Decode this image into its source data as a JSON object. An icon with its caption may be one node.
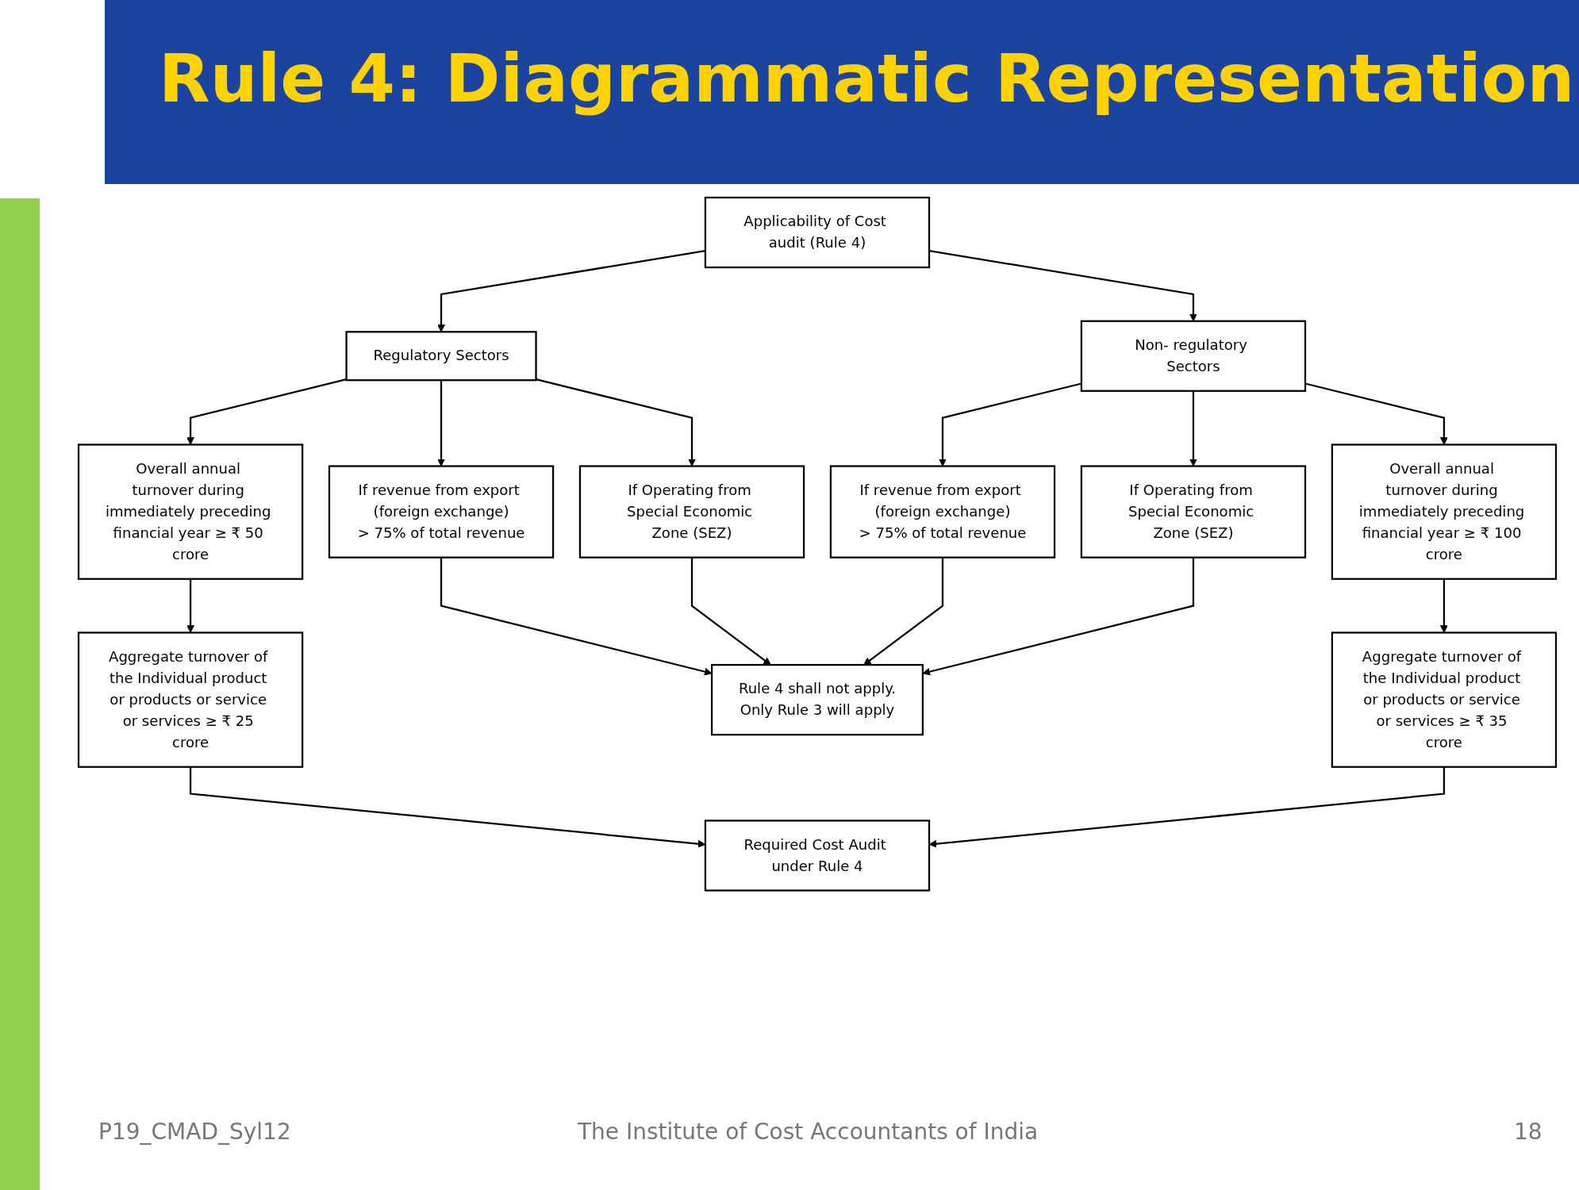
{
  "diagram": {
    "title": "Rule 4: Diagrammatic Representation",
    "nodes": [
      {
        "text": [
          "Applicability of Cost audit (Rule 4)"
        ]
      },
      {
        "text": [
          "Regulatory Sectors"
        ]
      },
      {
        "text": [
          "Non- regulatory Sectors"
        ]
      },
      {
        "text": [
          "Overall annual turnover during immediately preceding financial year ≥ ₹ 50 crore"
        ]
      },
      {
        "text": [
          "If revenue from export (foreign exchange)",
          "> 75% of total revenue"
        ]
      },
      {
        "text": [
          "If Operating from Special Economic Zone (SEZ)"
        ]
      },
      {
        "text": [
          "If revenue from export (foreign exchange)",
          "> 75% of total revenue"
        ]
      },
      {
        "text": [
          "If Operating from Special Economic Zone (SEZ)"
        ]
      },
      {
        "text": [
          "Overall annual turnover during immediately preceding financial year ≥ ₹ 100 crore"
        ]
      },
      {
        "text": [
          "Aggregate turnover of the Individual product or products or service or services ≥ ₹ 25 crore"
        ]
      },
      {
        "text": [
          "Rule 4 shall not apply.",
          "Only Rule 3 will apply"
        ]
      },
      {
        "text": [
          "Aggregate turnover of the Individual product or products or service or services ≥ ₹ 35 crore"
        ]
      },
      {
        "text": [
          "Required Cost Audit under Rule 4"
        ]
      }
    ],
    "edges": [
      {
        "from": 0,
        "to": 1,
        "arrow": "to"
      },
      {
        "from": 0,
        "to": 2,
        "arrow": "to"
      },
      {
        "from": 1,
        "to": 3,
        "arrow": "to"
      },
      {
        "from": 1,
        "to": 4,
        "arrow": "to"
      },
      {
        "from": 1,
        "to": 5,
        "arrow": "to"
      },
      {
        "from": 2,
        "to": 6,
        "arrow": "to"
      },
      {
        "from": 2,
        "to": 7,
        "arrow": "to"
      },
      {
        "from": 2,
        "to": 8,
        "arrow": "to"
      },
      {
        "from": 3,
        "to": 9,
        "arrow": "to"
      },
      {
        "from": 4,
        "to": 10,
        "arrow": "to"
      },
      {
        "from": 5,
        "to": 10,
        "arrow": "to"
      },
      {
        "from": 6,
        "to": 10,
        "arrow": "to"
      },
      {
        "from": 7,
        "to": 10,
        "arrow": "to"
      },
      {
        "from": 8,
        "to": 11,
        "arrow": "to"
      },
      {
        "from": 9,
        "to": 12,
        "arrow": "to"
      },
      {
        "from": 11,
        "to": 12,
        "arrow": "to"
      }
    ],
    "labels": [
      "P19_CMAD_Syl12",
      "The Institute of Cost Accountants of India",
      "18"
    ]
  }
}
